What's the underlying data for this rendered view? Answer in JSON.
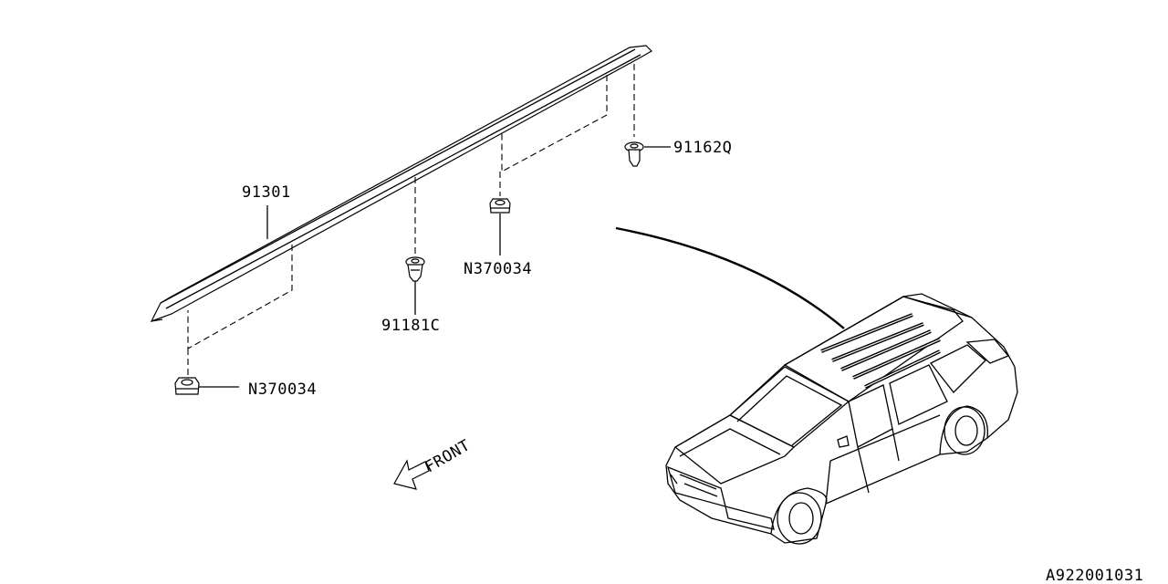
{
  "labels": {
    "rail": "91301",
    "clip_top": "91162Q",
    "nut_mid": "N370034",
    "clip_mid": "91181C",
    "nut_left": "N370034",
    "front": "FRONT",
    "drawing_number": "A922001031"
  }
}
